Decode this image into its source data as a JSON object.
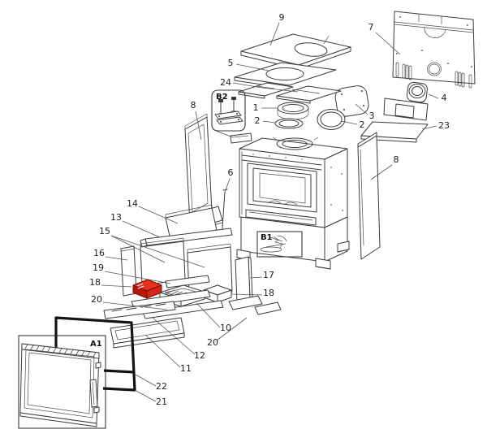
{
  "page": {
    "background_color": "#ffffff"
  },
  "diagram": {
    "kind": "exploded-parts-diagram",
    "line_color": "#3b3b3b",
    "highlighted_part": {
      "label": "18",
      "fill_top": "#e8301f",
      "fill_side_left": "#b5190b",
      "fill_side_right": "#d4271a"
    },
    "callouts": {
      "c9": {
        "text": "9"
      },
      "c7": {
        "text": "7"
      },
      "c5": {
        "text": "5"
      },
      "c24": {
        "text": "24"
      },
      "c8_left": {
        "text": "8"
      },
      "c1": {
        "text": "1"
      },
      "c2_top": {
        "text": "2"
      },
      "c3": {
        "text": "3"
      },
      "c2_right": {
        "text": "2"
      },
      "c4": {
        "text": "4"
      },
      "c23": {
        "text": "23"
      },
      "c8_right": {
        "text": "8"
      },
      "c6": {
        "text": "6"
      },
      "c14": {
        "text": "14"
      },
      "c13": {
        "text": "13"
      },
      "c15": {
        "text": "15"
      },
      "c16": {
        "text": "16"
      },
      "c19": {
        "text": "19"
      },
      "c18_left": {
        "text": "18"
      },
      "c20_left": {
        "text": "20"
      },
      "c17": {
        "text": "17"
      },
      "c18_right": {
        "text": "18"
      },
      "c10": {
        "text": "10"
      },
      "c20_bottom": {
        "text": "20"
      },
      "c12": {
        "text": "12"
      },
      "c11": {
        "text": "11"
      },
      "c22": {
        "text": "22"
      },
      "c21": {
        "text": "21"
      }
    },
    "group_boxes": {
      "b2": {
        "text": "B2"
      },
      "b1": {
        "text": "B1"
      },
      "a1": {
        "text": "A1"
      }
    }
  }
}
